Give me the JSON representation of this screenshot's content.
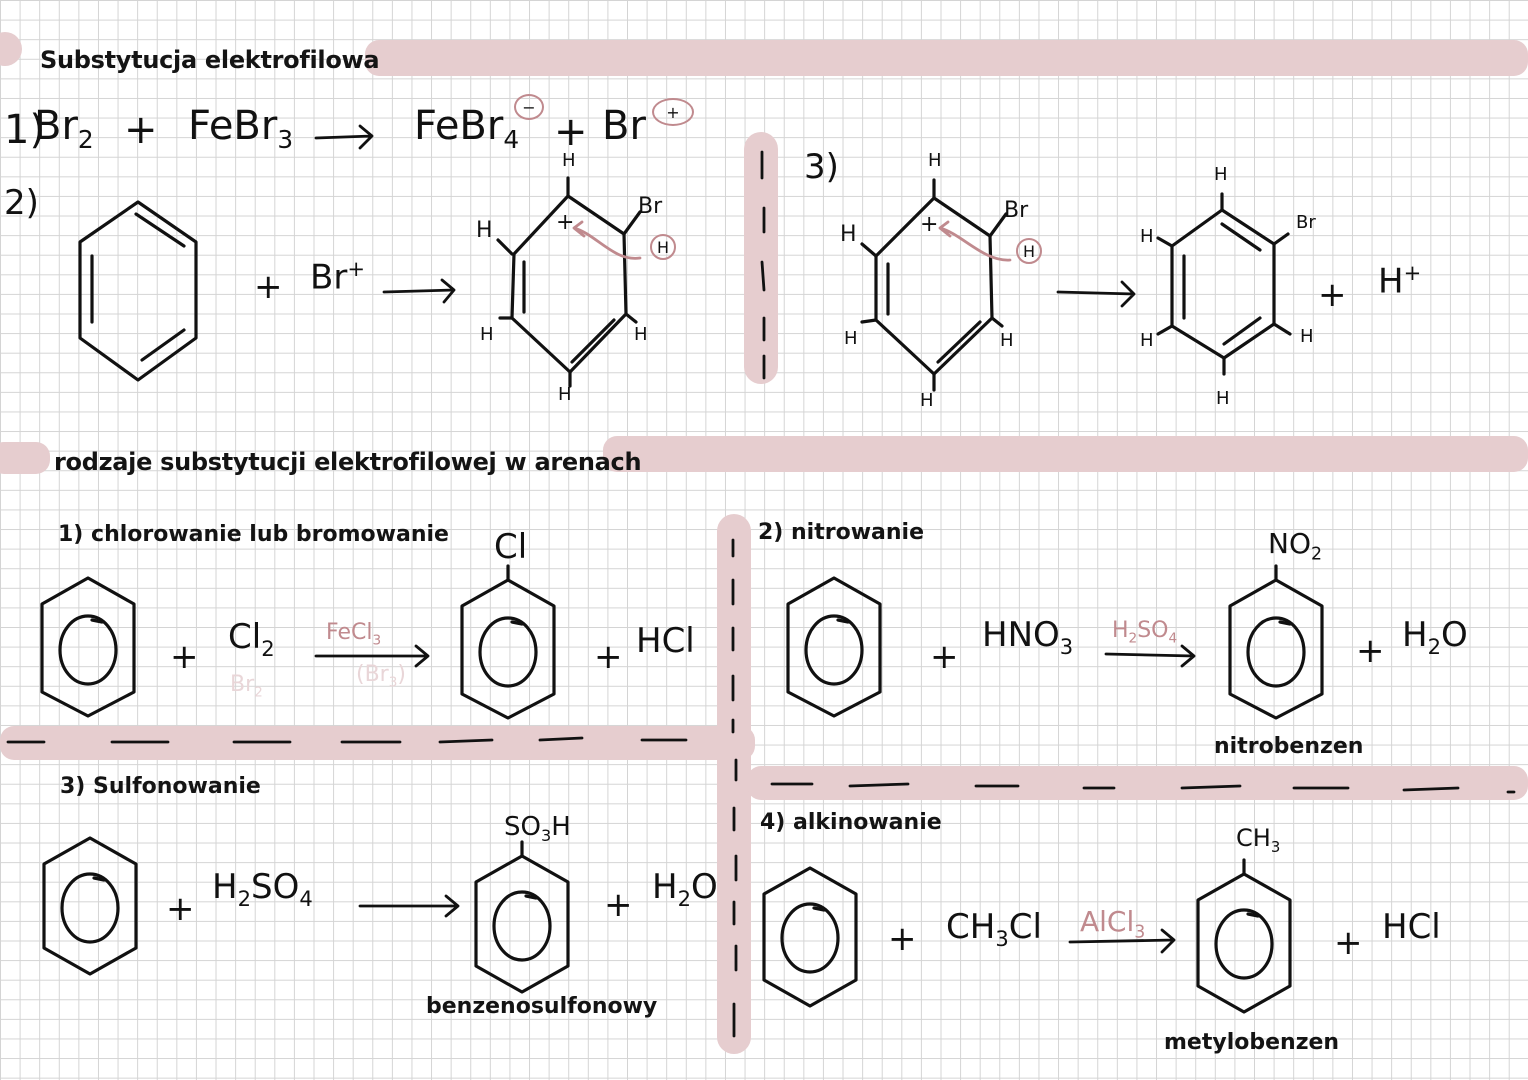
{
  "section1": {
    "title": "Substytucja elektrofilowa",
    "step1": {
      "label": "1)",
      "r1": "Br",
      "r1_sub": "2",
      "plus": "+",
      "r2": "FeBr",
      "r2_sub": "3",
      "p1": "FeBr",
      "p1_sub": "4",
      "p1_charge": "−",
      "p2": "Br",
      "p2_charge": "+"
    },
    "step2": {
      "label": "2)",
      "plus": "+",
      "reagent": "Br",
      "reagent_charge": "+",
      "H": "H",
      "Br": "Br",
      "plus_charge": "+"
    },
    "step3": {
      "label": "3)",
      "H": "H",
      "Br": "Br",
      "plus_charge": "+",
      "plus": "+",
      "hplus": "H",
      "hplus_charge": "+"
    }
  },
  "section2": {
    "title": "rodzaje substytucji elektrofilowej w arenach",
    "chlorination": {
      "label": "1) chlorowanie lub bromowanie",
      "plus": "+",
      "reagent": "Cl",
      "reagent_sub": "2",
      "alt_reagent": "Br",
      "alt_reagent_sub": "2",
      "catalyst": "FeCl",
      "catalyst_sub": "3",
      "alt_catalyst": "(Br",
      "alt_catalyst_sub": "3",
      "alt_catalyst_end": ")",
      "substituent": "Cl",
      "product2": "HCl"
    },
    "nitration": {
      "label": "2) nitrowanie",
      "plus": "+",
      "reagent": "HNO",
      "reagent_sub": "3",
      "catalyst": "H",
      "catalyst_sub1": "2",
      "catalyst_mid": "SO",
      "catalyst_sub2": "4",
      "substituent": "NO",
      "substituent_sub": "2",
      "product2": "H",
      "product2_sub": "2",
      "product2_end": "O",
      "product_name": "nitrobenzen"
    },
    "sulfonation": {
      "label": "3) Sulfonowanie",
      "plus": "+",
      "reagent": "H",
      "reagent_sub1": "2",
      "reagent_mid": "SO",
      "reagent_sub2": "4",
      "substituent": "SO",
      "substituent_sub": "3",
      "substituent_end": "H",
      "product2": "H",
      "product2_sub": "2",
      "product2_end": "O",
      "product_name": "benzenosulfonowy"
    },
    "alkylation": {
      "label": "4) alkinowanie",
      "plus": "+",
      "reagent": "CH",
      "reagent_sub": "3",
      "reagent_end": "Cl",
      "catalyst": "AlCl",
      "catalyst_sub": "3",
      "substituent": "CH",
      "substituent_sub": "3",
      "product2": "HCl",
      "product_name": "metylobenzen"
    }
  },
  "colors": {
    "accent": "#e6cdcf",
    "ink": "#111111",
    "pink_ink": "#c08a8e",
    "grid": "#d4d4d4"
  }
}
